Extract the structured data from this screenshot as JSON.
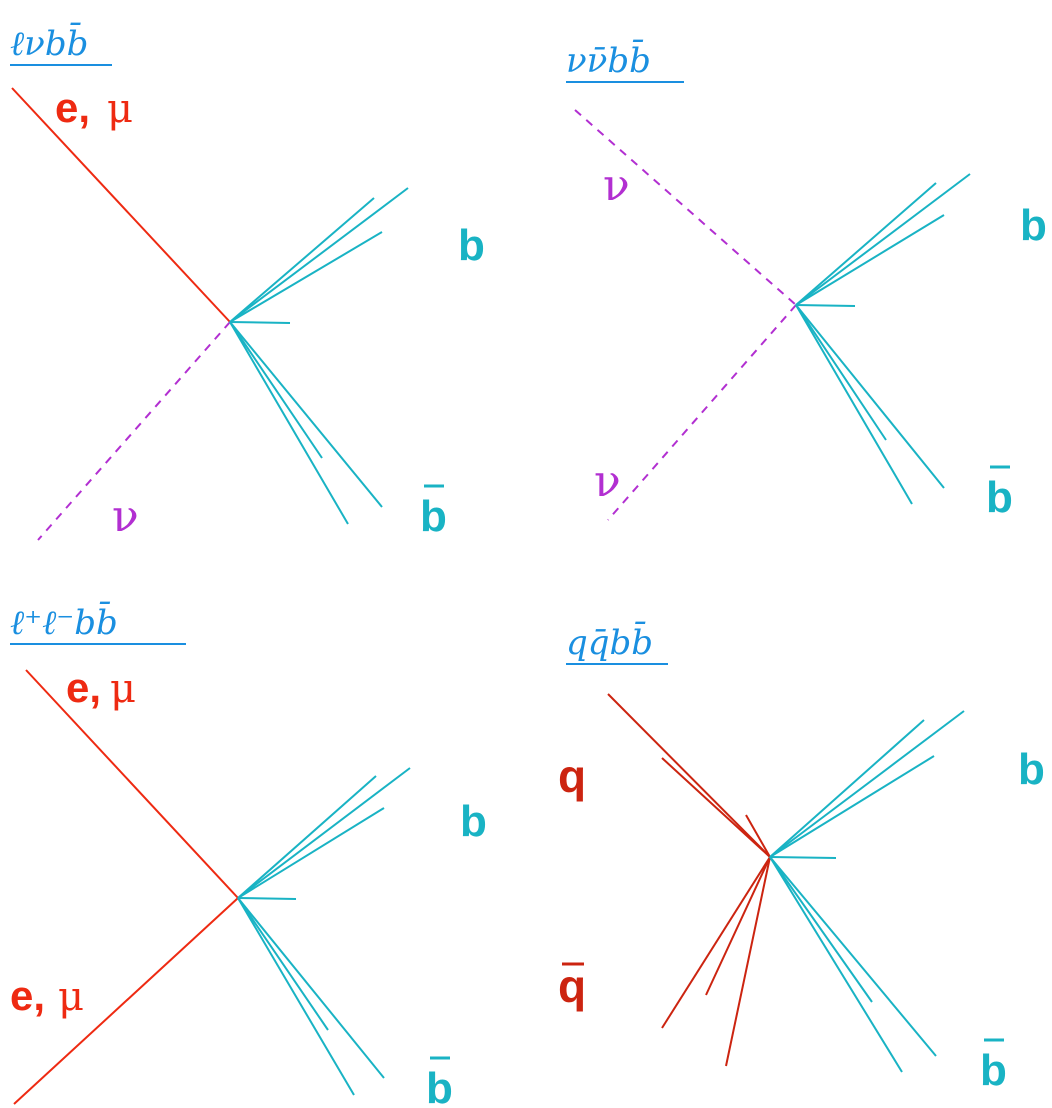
{
  "panels": [
    {
      "id": "lnubb",
      "title": "ℓνbb̄",
      "labels": {
        "lepton": "e,",
        "mu": "μ",
        "nu": "ν",
        "b": "b",
        "bbar": "b"
      }
    },
    {
      "id": "nunubb",
      "title": "νν̄bb̄",
      "labels": {
        "nu_top": "ν",
        "nu_bottom": "ν",
        "b": "b",
        "bbar": "b"
      }
    },
    {
      "id": "llbb",
      "title": "ℓ⁺ℓ⁻bb̄",
      "labels": {
        "lepton_top": "e,",
        "mu_top": "μ",
        "lepton_bottom": "e,",
        "mu_bottom": "μ",
        "b": "b",
        "bbar": "b"
      }
    },
    {
      "id": "qqbb",
      "title": "qq̄bb̄",
      "labels": {
        "q": "q",
        "qbar": "q",
        "b": "b",
        "bbar": "b"
      }
    }
  ],
  "colors": {
    "title": "#1a8fe0",
    "lepton": "#ee2a12",
    "jet_b": "#19b3c4",
    "neutrino": "#b22fd1",
    "quark": "#cc2410"
  }
}
